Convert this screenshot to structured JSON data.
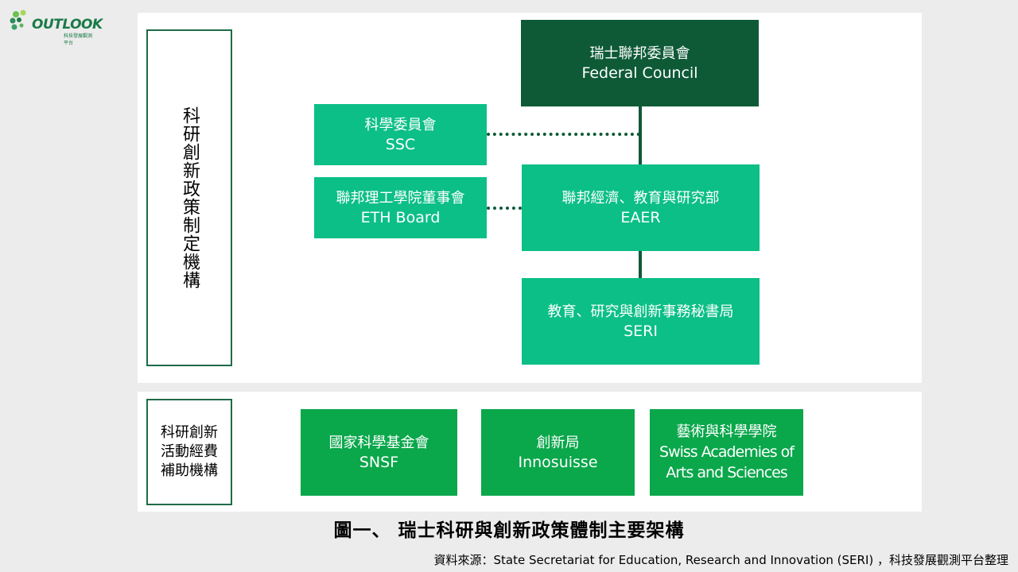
{
  "logo": {
    "text": "OUTLOOK",
    "subtitle": "科技發展觀測平台"
  },
  "policy_section": {
    "label": "科研創新政策制定機構",
    "boxes": {
      "federal_council": {
        "zh": "瑞士聯邦委員會",
        "en": "Federal Council"
      },
      "ssc": {
        "zh": "科學委員會",
        "en": "SSC"
      },
      "eth_board": {
        "zh": "聯邦理工學院董事會",
        "en": "ETH Board"
      },
      "eaer": {
        "zh": "聯邦經濟、教育與研究部",
        "en": "EAER"
      },
      "seri": {
        "zh": "教育、研究與創新事務秘書局",
        "en": "SERI"
      }
    }
  },
  "funding_section": {
    "label_lines": [
      "科研創新",
      "活動經費",
      "補助機構"
    ],
    "boxes": {
      "snsf": {
        "zh": "國家科學基金會",
        "en": "SNSF"
      },
      "innosuisse": {
        "zh": "創新局",
        "en": "Innosuisse"
      },
      "academies": {
        "zh": "藝術與科學學院",
        "en_line1": "Swiss Academies of",
        "en_line2": "Arts and Sciences"
      }
    }
  },
  "caption": "圖一、 瑞士科研與創新政策體制主要架構",
  "source": "資料來源：State Secretariat for Education, Research and Innovation (SERI) ，科技發展觀測平台整理",
  "colors": {
    "dark_green": "#0e5a37",
    "mint_green": "#0bbf86",
    "green": "#0aa74b",
    "background": "#ececec"
  }
}
